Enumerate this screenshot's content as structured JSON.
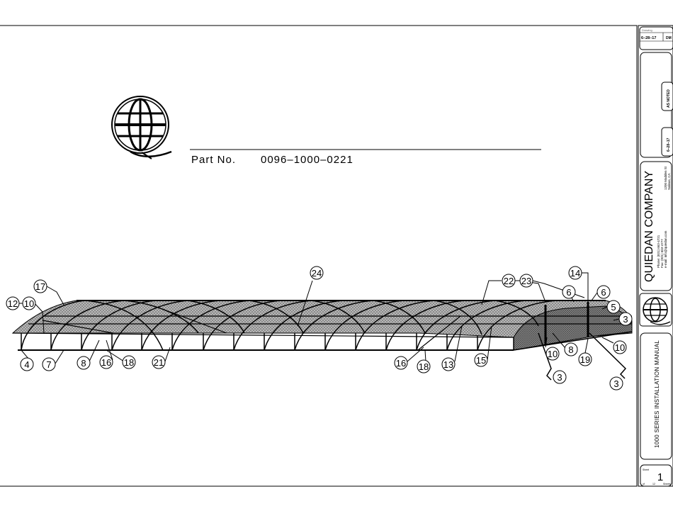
{
  "part_label": "Part No.",
  "part_number": "0096–1000–0221",
  "title_block": {
    "date_header": "Drawing",
    "date_1": "6–28–17",
    "drawn_by": "DM",
    "scale": "AS NOTED",
    "date_2": "6–28–17",
    "company": "QUIEDAN COMPANY",
    "phone_line_1": "Phone: (831) 663-4721",
    "phone_line_2": "Fax: (831) 663-4777",
    "email_line": "e-mail: info@quiedan.com",
    "address_line_1": "1200 Madden St",
    "address_line_2": "Salinas, CA",
    "drawing_title": "1000 SERIES INSTALLATION MANUAL",
    "sheet_label": "Sheet",
    "sheet_number": "1",
    "sheet_of": "of",
    "sheet_count": "12",
    "sheets_label": "Sheets"
  },
  "callouts": [
    {
      "num": "24"
    },
    {
      "num": "17"
    },
    {
      "num": "12"
    },
    {
      "num": "10"
    },
    {
      "num": "22"
    },
    {
      "num": "23"
    },
    {
      "num": "14"
    },
    {
      "num": "6"
    },
    {
      "num": "6"
    },
    {
      "num": "5"
    },
    {
      "num": "3"
    },
    {
      "num": "4"
    },
    {
      "num": "7"
    },
    {
      "num": "8"
    },
    {
      "num": "16"
    },
    {
      "num": "18"
    },
    {
      "num": "21"
    },
    {
      "num": "16"
    },
    {
      "num": "18"
    },
    {
      "num": "13"
    },
    {
      "num": "15"
    },
    {
      "num": "10"
    },
    {
      "num": "8"
    },
    {
      "num": "19"
    },
    {
      "num": "10"
    },
    {
      "num": "3"
    },
    {
      "num": "3"
    }
  ]
}
